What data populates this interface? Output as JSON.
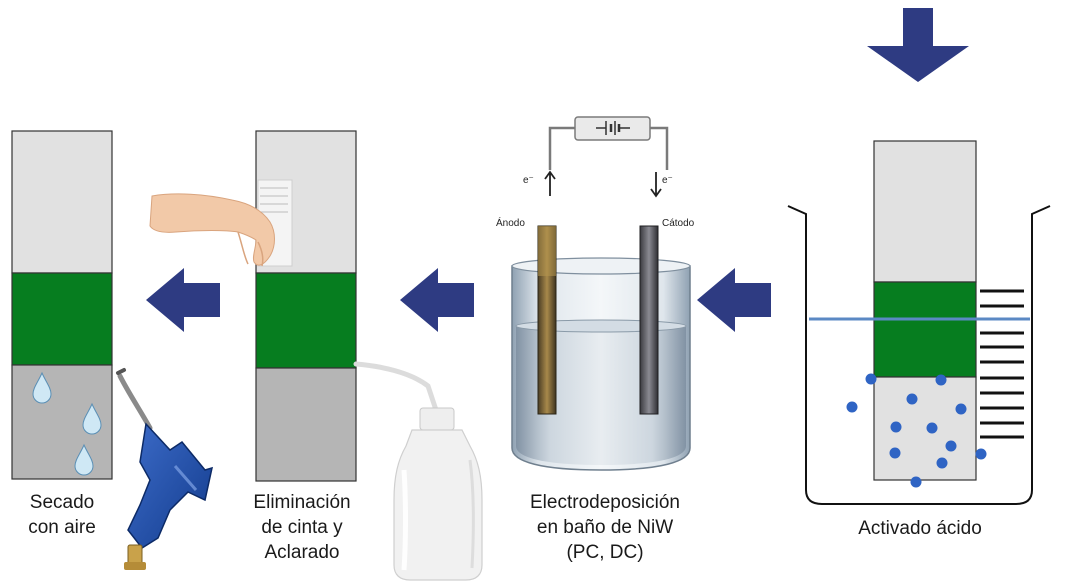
{
  "colors": {
    "arrow": "#2e3b82",
    "strip_light": "#e1e1e1",
    "strip_dark": "#b5b5b5",
    "band_green": "#067d1f",
    "liquid_line": "#5b89c4",
    "dots": "#2f64c4"
  },
  "icons": {
    "hand": "hand-icon",
    "wash_bottle": "wash-bottle-icon",
    "air_gun": "air-blow-gun-icon",
    "droplet": "water-droplet-icon",
    "power_supply": "power-supply-icon"
  },
  "cell": {
    "electron_left": "e⁻",
    "electron_right": "e⁻",
    "anode_label": "Ánodo",
    "cathode_label": "Cátodo"
  },
  "steps": [
    {
      "lines": [
        "Secado",
        "con aire"
      ]
    },
    {
      "lines": [
        "Eliminación",
        "de cinta y",
        "Aclarado"
      ]
    },
    {
      "lines": [
        "Electrodeposición",
        "en baño de NiW",
        "(PC, DC)"
      ]
    },
    {
      "lines": [
        "Activado ácido"
      ]
    }
  ]
}
